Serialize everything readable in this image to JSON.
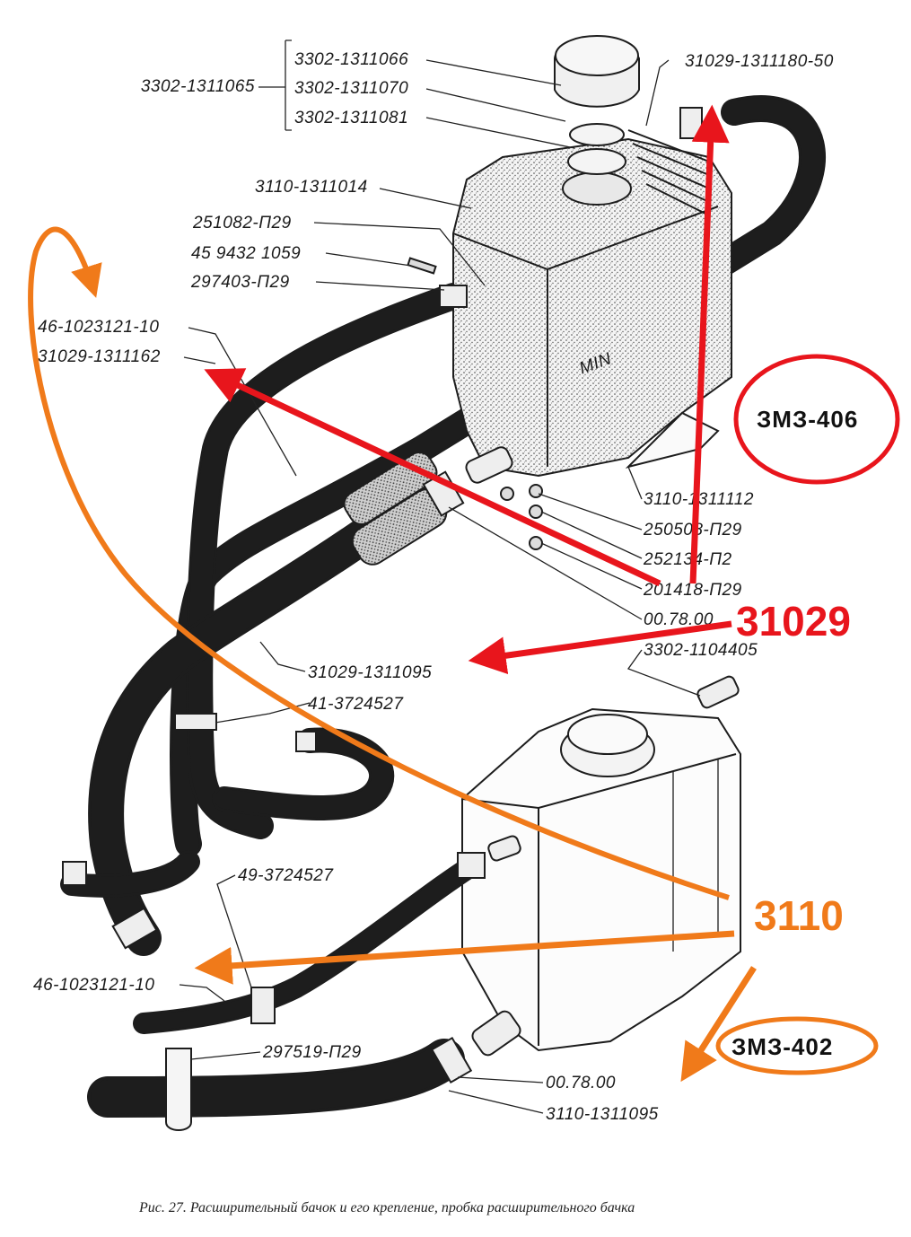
{
  "labels": {
    "l1": "3302-1311066",
    "l2": "3302-1311065",
    "l3": "3302-1311070",
    "l4": "3302-1311081",
    "l5": "31029-1311180-50",
    "l6": "3110-1311014",
    "l7": "251082-П29",
    "l8": "45 9432 1059",
    "l9": "297403-П29",
    "l10": "46-1023121-10",
    "l11": "31029-1311162",
    "l12": "3110-1311112",
    "l13": "250508-П29",
    "l14": "252134-П2",
    "l15": "201418-П29",
    "l16": "00.78.00",
    "l17": "3302-1104405",
    "l18": "31029-1311095",
    "l19": "41-3724527",
    "l20": "49-3724527",
    "l21": "46-1023121-10",
    "l22": "297519-П29",
    "l23": "00.78.00",
    "l24": "3110-1311095"
  },
  "annotations": {
    "model_31029": "31029",
    "model_3110": "3110",
    "engine_406": "ЗМЗ-406",
    "engine_402": "ЗМЗ-402",
    "min_mark": "MIN"
  },
  "caption": "Рис. 27. Расширительный бачок и его крепление, пробка расширительного бачка",
  "colors": {
    "red": "#e8151c",
    "orange": "#f07a1a"
  }
}
